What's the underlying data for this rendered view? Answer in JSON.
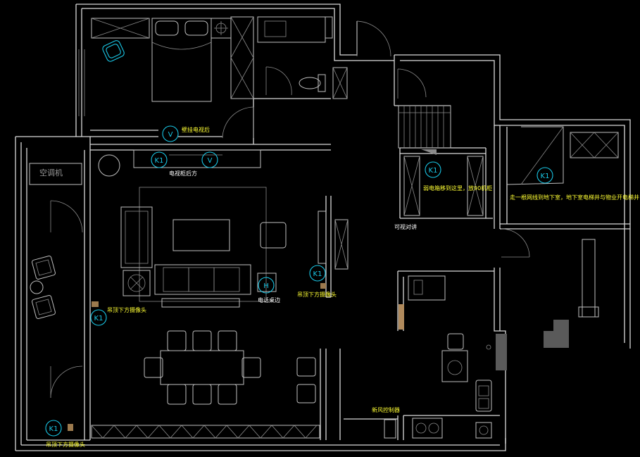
{
  "room_labels": {
    "ac_unit": "空调机"
  },
  "symbols": {
    "k1": "K1",
    "v": "V",
    "h": "H"
  },
  "annotations": {
    "wall_tv_back": "壁挂电视后",
    "tv_cabinet_back": "电视柜后方",
    "phone_side": "电话桌边",
    "ceiling_camera_center": "吊顶下方摄像头",
    "ceiling_camera_left": "吊顶下方摄像头",
    "ceiling_camera_balcony": "吊顶下方摄像头",
    "cabinet_stair": "弱电箱移到这里，放90机柜",
    "network_note": "走一根网线到地下室，地下室电梯井与物业开电梯井",
    "intercom": "可视对讲",
    "fresh_air_controller": "新风控制器"
  },
  "colors": {
    "background": "#000000",
    "walls": "#d9d9d9",
    "symbol": "#19c7e6",
    "annotation": "#ffff33"
  }
}
